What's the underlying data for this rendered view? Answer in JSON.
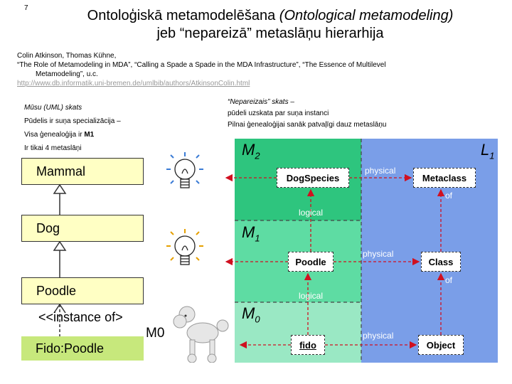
{
  "slide_number": "7",
  "title": {
    "line1_main": "Ontoloģiskā metamodelēšana ",
    "line1_italic": "(Ontological metamodeling)",
    "line2": "jeb “nepareizā” metaslāņu hierarhija"
  },
  "references": {
    "authors": "Colin Atkinson, Thomas Kühne,",
    "papers_line1": "“The Role of Metamodeling in MDA”, “Calling a Spade a Spade in the MDA Infrastructure”, “The Essence of Multilevel",
    "papers_line2": "Metamodeling”, u.c.",
    "url": "http://www.db.informatik.uni-bremen.de/umlbib/authors/AtkinsonColin.html"
  },
  "left_notes": {
    "line1": "Mūsu (UML) skats",
    "line2": "Pūdelis ir suņa specializācija –",
    "line3_prefix": "Visa ģenealoģija ir ",
    "line3_bold": "M1",
    "line4": "Ir tikai 4 metaslāņi"
  },
  "right_notes": {
    "line1": "“Nepareizais” skats –",
    "line2": "pūdeli uzskata par suņa instanci",
    "line3": "Pilnai ģenealoģijai sanāk patvaļīgi dauz metaslāņu"
  },
  "uml": {
    "mammal": "Mammal",
    "dog": "Dog",
    "poodle": "Poodle",
    "instance_of": "<<instance of>",
    "fido": "Fido:Poodle",
    "m0_label": "M0"
  },
  "meta": {
    "levels": {
      "m2": "M",
      "m2_sub": "2",
      "m1": "M",
      "m1_sub": "1",
      "m0": "M",
      "m0_sub": "0",
      "l1": "L",
      "l1_sub": "1"
    },
    "nodes": {
      "dogspecies": "DogSpecies",
      "metaclass": "Metaclass",
      "poodle": "Poodle",
      "class": "Class",
      "fido": "fido",
      "object": "Object"
    },
    "edges": {
      "physical1": "physical",
      "physical2": "physical",
      "physical3": "physical",
      "logical1": "logical",
      "logical2": "logical",
      "of1": "of",
      "of2": "of"
    }
  },
  "colors": {
    "uml_box": "#ffffc4",
    "fido_box": "#c7e87c",
    "m2_band": "#2ec57e",
    "m1_band": "#5edca3",
    "m0_band": "#9ae8c4",
    "l1_band": "#7a9ee8",
    "arrow": "#d01020"
  },
  "icons": [
    "lightbulb-icon",
    "lightbulb-icon",
    "poodle-image"
  ]
}
